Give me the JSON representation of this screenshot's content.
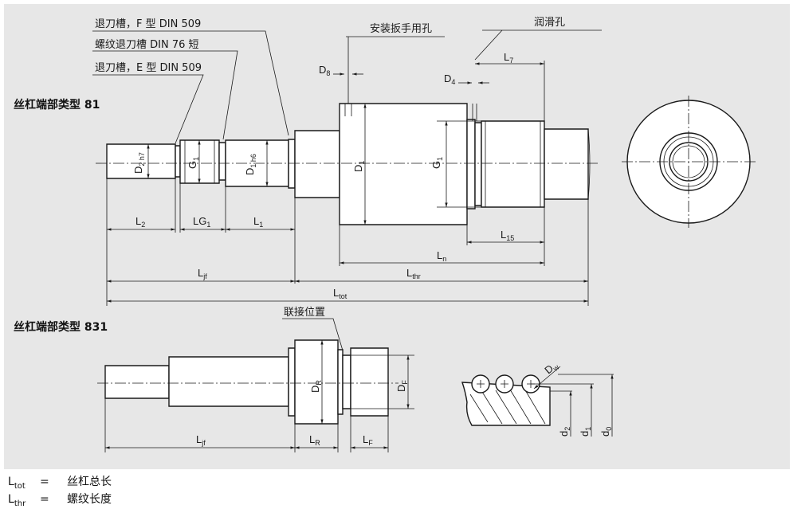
{
  "labels": {
    "end81": "丝杠端部类型 81",
    "end831": "丝杠端部类型 831",
    "undercut_f": "退刀槽，F 型 DIN 509",
    "thread_undercut": "螺纹退刀槽 DIN 76 短",
    "undercut_e": "退刀槽，E 型 DIN 509",
    "wrench_hole": "安装扳手用孔",
    "lubrication": "润滑孔",
    "joint_position": "联接位置"
  },
  "dims": {
    "D8": "D",
    "D8_sub": "8",
    "D4": "D",
    "D4_sub": "4",
    "L7": "L",
    "L7_sub": "7",
    "D2": "D",
    "D2_sub": "2 h7",
    "G1a": "G",
    "G1a_sub": "1",
    "D1a": "D",
    "D1a_sub": "1 h6",
    "D1b": "D",
    "D1b_sub": "1",
    "G1b": "G",
    "G1b_sub": "1",
    "L2": "L",
    "L2_sub": "2",
    "LG1": "LG",
    "LG1_sub": "1",
    "L1": "L",
    "L1_sub": "1",
    "L15": "L",
    "L15_sub": "15",
    "Ln": "L",
    "Ln_sub": "n",
    "Ljf": "L",
    "Ljf_sub": "jf",
    "Lthr": "L",
    "Lthr_sub": "thr",
    "Ltot": "L",
    "Ltot_sub": "tot",
    "DR": "D",
    "DR_sub": "R",
    "DF": "D",
    "DF_sub": "F",
    "Ljf2": "L",
    "Ljf2_sub": "jf",
    "LR": "L",
    "LR_sub": "R",
    "LF": "L",
    "LF_sub": "F",
    "Dw": "D",
    "Dw_sub": "w",
    "d2": "d",
    "d2_sub": "2",
    "d1": "d",
    "d1_sub": "1",
    "d0": "d",
    "d0_sub": "0"
  },
  "legend": [
    {
      "sym": "L",
      "sub": "tot",
      "eq": "=",
      "desc": "丝杠总长"
    },
    {
      "sym": "L",
      "sub": "thr",
      "eq": "=",
      "desc": "螺纹长度"
    }
  ]
}
